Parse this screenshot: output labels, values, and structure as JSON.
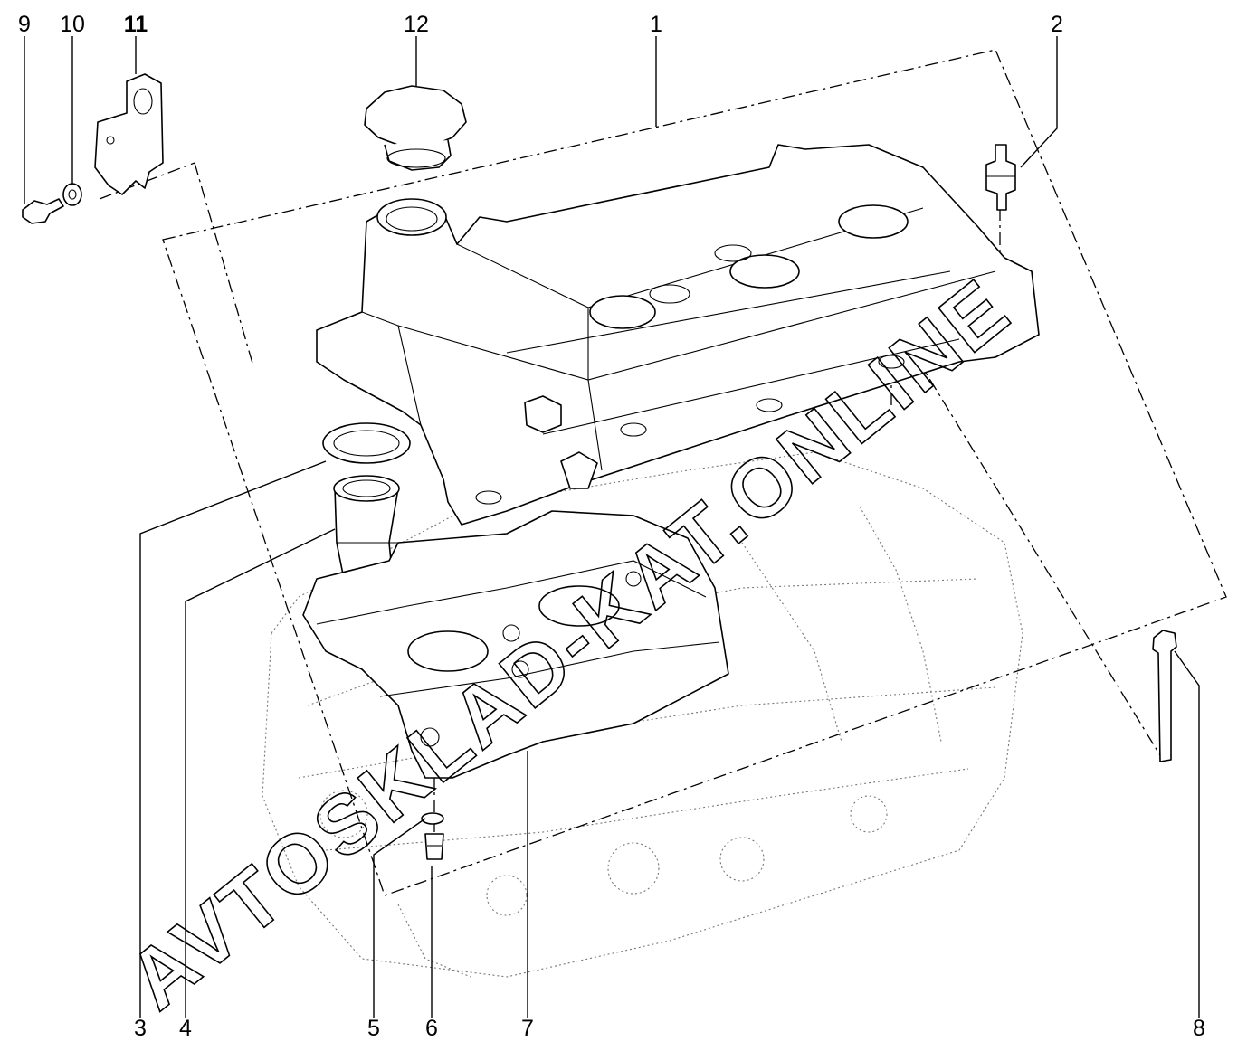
{
  "callouts": {
    "c1": "1",
    "c2": "2",
    "c3": "3",
    "c4": "4",
    "c5": "5",
    "c6": "6",
    "c7": "7",
    "c8": "8",
    "c9": "9",
    "c10": "10",
    "c11": "11",
    "c12": "12"
  },
  "watermark": "AVTOSKLAD-KAT.ONLINE"
}
